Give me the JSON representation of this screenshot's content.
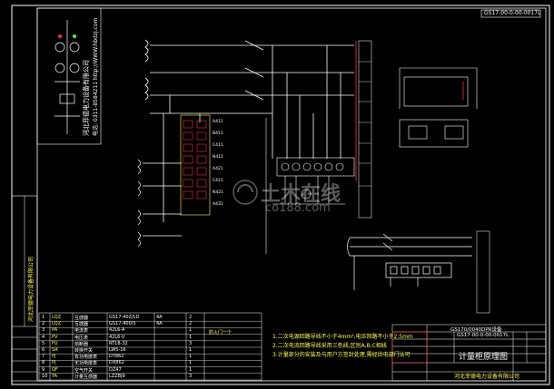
{
  "sheet": {
    "code_top_right": "GS17-00-0-00-0017L",
    "company_vertical": "河北菲德电力设备有限公司",
    "contact_vertical": "电话: 0311-8584211 http://WWW.hbdzj.com",
    "watermark_main": "土木在线",
    "watermark_sub": "co188.com",
    "title_block_header": "GS170/0040DPR设备",
    "title_block_code": "GS17-00-0-00-0017L",
    "drawing_title": "计量柜原理图",
    "title_company": "河北菲德电力设备有限公司"
  },
  "notes": [
    "1.二次电源回路导线不小于4mm²,电压回路不小于2.5mm",
    "2.二次电流回路导线采用三色线,区别A,B,C相线",
    "3.计量部分的安装及与用户方签封处理,需经供电部门认可"
  ],
  "bom_rows": [
    [
      "1",
      "LQZ",
      "互感器",
      "GS17-40Z/LD",
      "4A",
      "2"
    ],
    [
      "2",
      "LQZ",
      "互感器",
      "GS17-400/5",
      "4A",
      "2"
    ],
    [
      "3",
      "PA",
      "电流表",
      "42L6-A",
      "",
      "1"
    ],
    [
      "4",
      "PV",
      "电压表",
      "42L6-V",
      "",
      "1"
    ],
    [
      "5",
      "FU",
      "熔断器",
      "RT18-32",
      "",
      "3"
    ],
    [
      "6",
      "SA",
      "转换开关",
      "LW5-16",
      "",
      "1"
    ],
    [
      "7",
      "PJ",
      "有功电度表",
      "DT862",
      "",
      "1"
    ],
    [
      "8",
      "PJ",
      "无功电度表",
      "DX862",
      "",
      "1"
    ],
    [
      "9",
      "QF",
      "空气开关",
      "DZ47",
      "",
      "1"
    ],
    [
      "10",
      "TA",
      "计量互感器",
      "LZZBJ9",
      "",
      "3"
    ]
  ],
  "remark": "防火门一个",
  "terminal_labels": [
    "A411",
    "B411",
    "C411",
    "N411",
    "A421",
    "C421",
    "N421",
    "A431"
  ],
  "colors": {
    "background": "#000000",
    "wire": "#ffffff",
    "box_red": "#ff3030",
    "text_yellow": "#ffff40",
    "green": "#40ff40",
    "cyan": "#40e0ff"
  }
}
